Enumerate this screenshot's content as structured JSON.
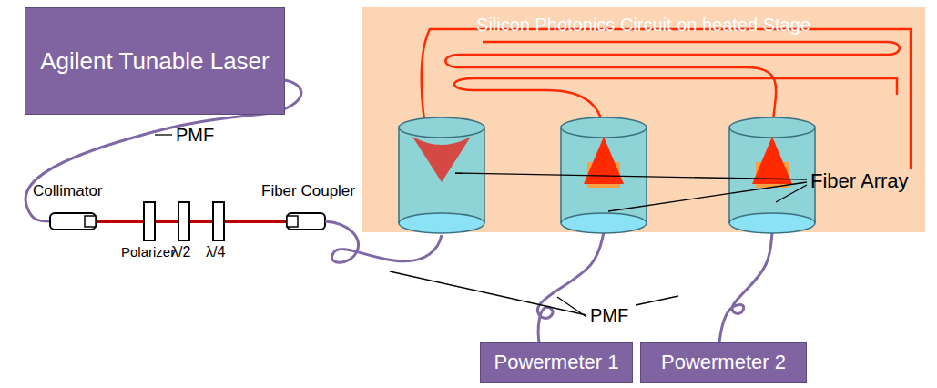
{
  "diagram": {
    "nodes": [
      {
        "text": [
          "Agilent Tunable Laser"
        ]
      },
      {
        "text": [
          "Silicon Photonics Circuit on heated Stage"
        ]
      },
      {
        "text": [
          "Powermeter 1"
        ]
      },
      {
        "text": [
          "Powermeter 2"
        ]
      }
    ],
    "edges": [
      {
        "from": 1,
        "to": 2,
        "arrow": "none"
      },
      {
        "from": 1,
        "to": 3,
        "arrow": "none"
      }
    ],
    "labels": [
      "PMF",
      "Collimator",
      "Polarizer",
      "λ/2",
      "λ/4",
      "Fiber Coupler",
      "Fiber Array",
      "PMF"
    ]
  }
}
